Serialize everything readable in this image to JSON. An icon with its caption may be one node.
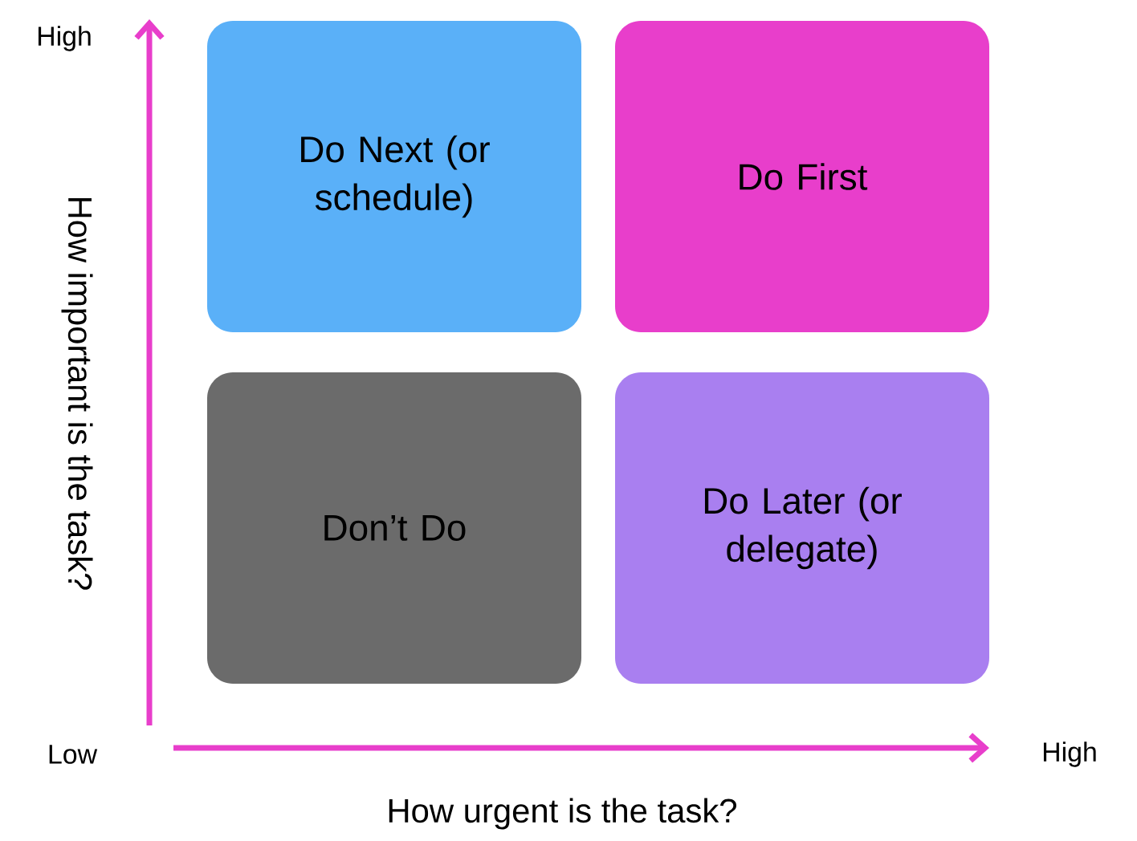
{
  "diagram": {
    "nodes": [
      {
        "text": [
          "Do Next (or schedule)"
        ]
      },
      {
        "text": [
          "Do First"
        ]
      },
      {
        "text": [
          "Don’t Do"
        ]
      },
      {
        "text": [
          "Do Later (or delegate)"
        ]
      }
    ],
    "labels": [
      "High",
      "How important is the task?",
      "Low",
      "High",
      "How urgent is the task?"
    ]
  }
}
